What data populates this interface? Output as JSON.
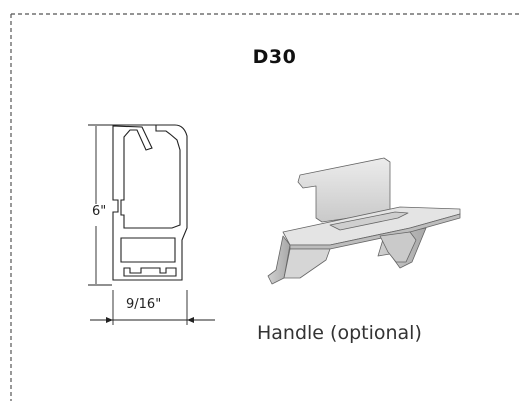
{
  "product": {
    "code": "D30"
  },
  "profile": {
    "height_label": "6\"",
    "width_label": "9/16\""
  },
  "handle": {
    "label": "Handle (optional)"
  },
  "icons": {
    "profile": "aluminum-profile-cross-section-icon",
    "handle": "handle-3d-illustration-icon"
  },
  "colors": {
    "border_dash": "#555555",
    "line": "#222222",
    "handle_fill": "#dcdcdc",
    "handle_shadow": "#b8b8b8"
  }
}
